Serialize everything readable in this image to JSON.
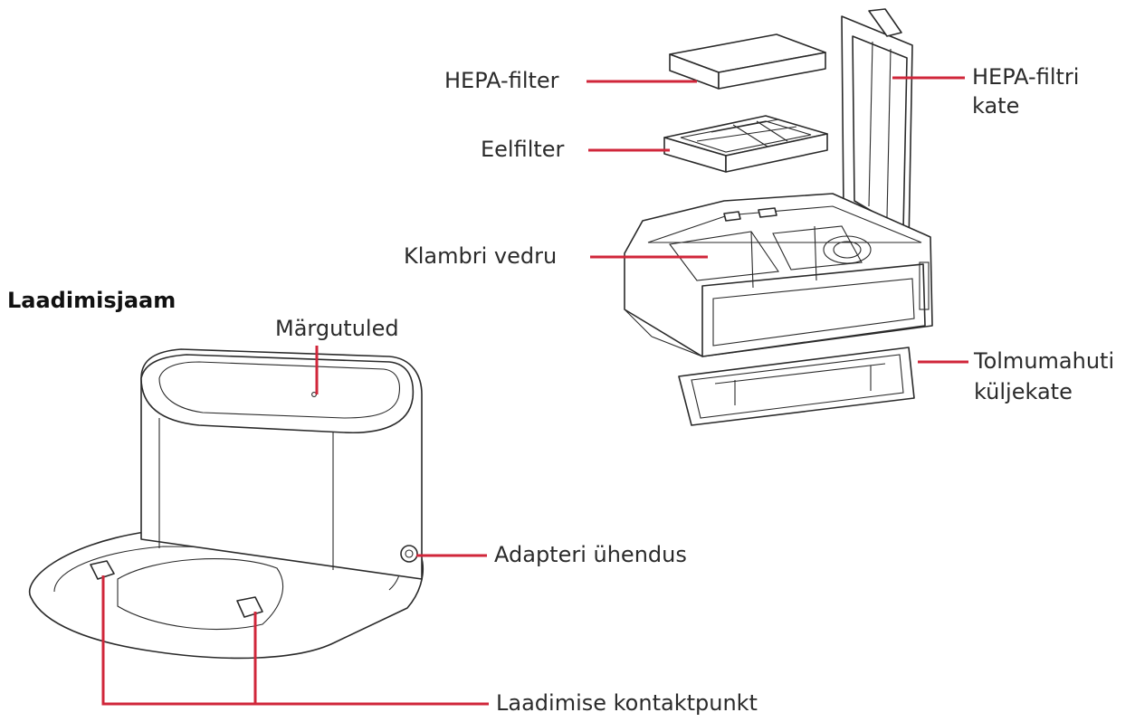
{
  "section_title": "Laadimisjaam",
  "labels": {
    "hepa_filter": "HEPA-filter",
    "pre_filter": "Eelfilter",
    "clamp_spring": "Klambri vedru",
    "hepa_cover_line1": "HEPA-filtri",
    "hepa_cover_line2": "kate",
    "dust_side_cover_line1": "Tolmumahuti",
    "dust_side_cover_line2": "küljekate",
    "indicator_lights": "Märgutuled",
    "adapter_connection": "Adapteri ühendus",
    "charging_contacts": "Laadimise kontaktpunkt"
  },
  "colors": {
    "leader_line": "#d0263a",
    "drawing_line": "#2a2a2a",
    "text": "#2b2b2b"
  }
}
